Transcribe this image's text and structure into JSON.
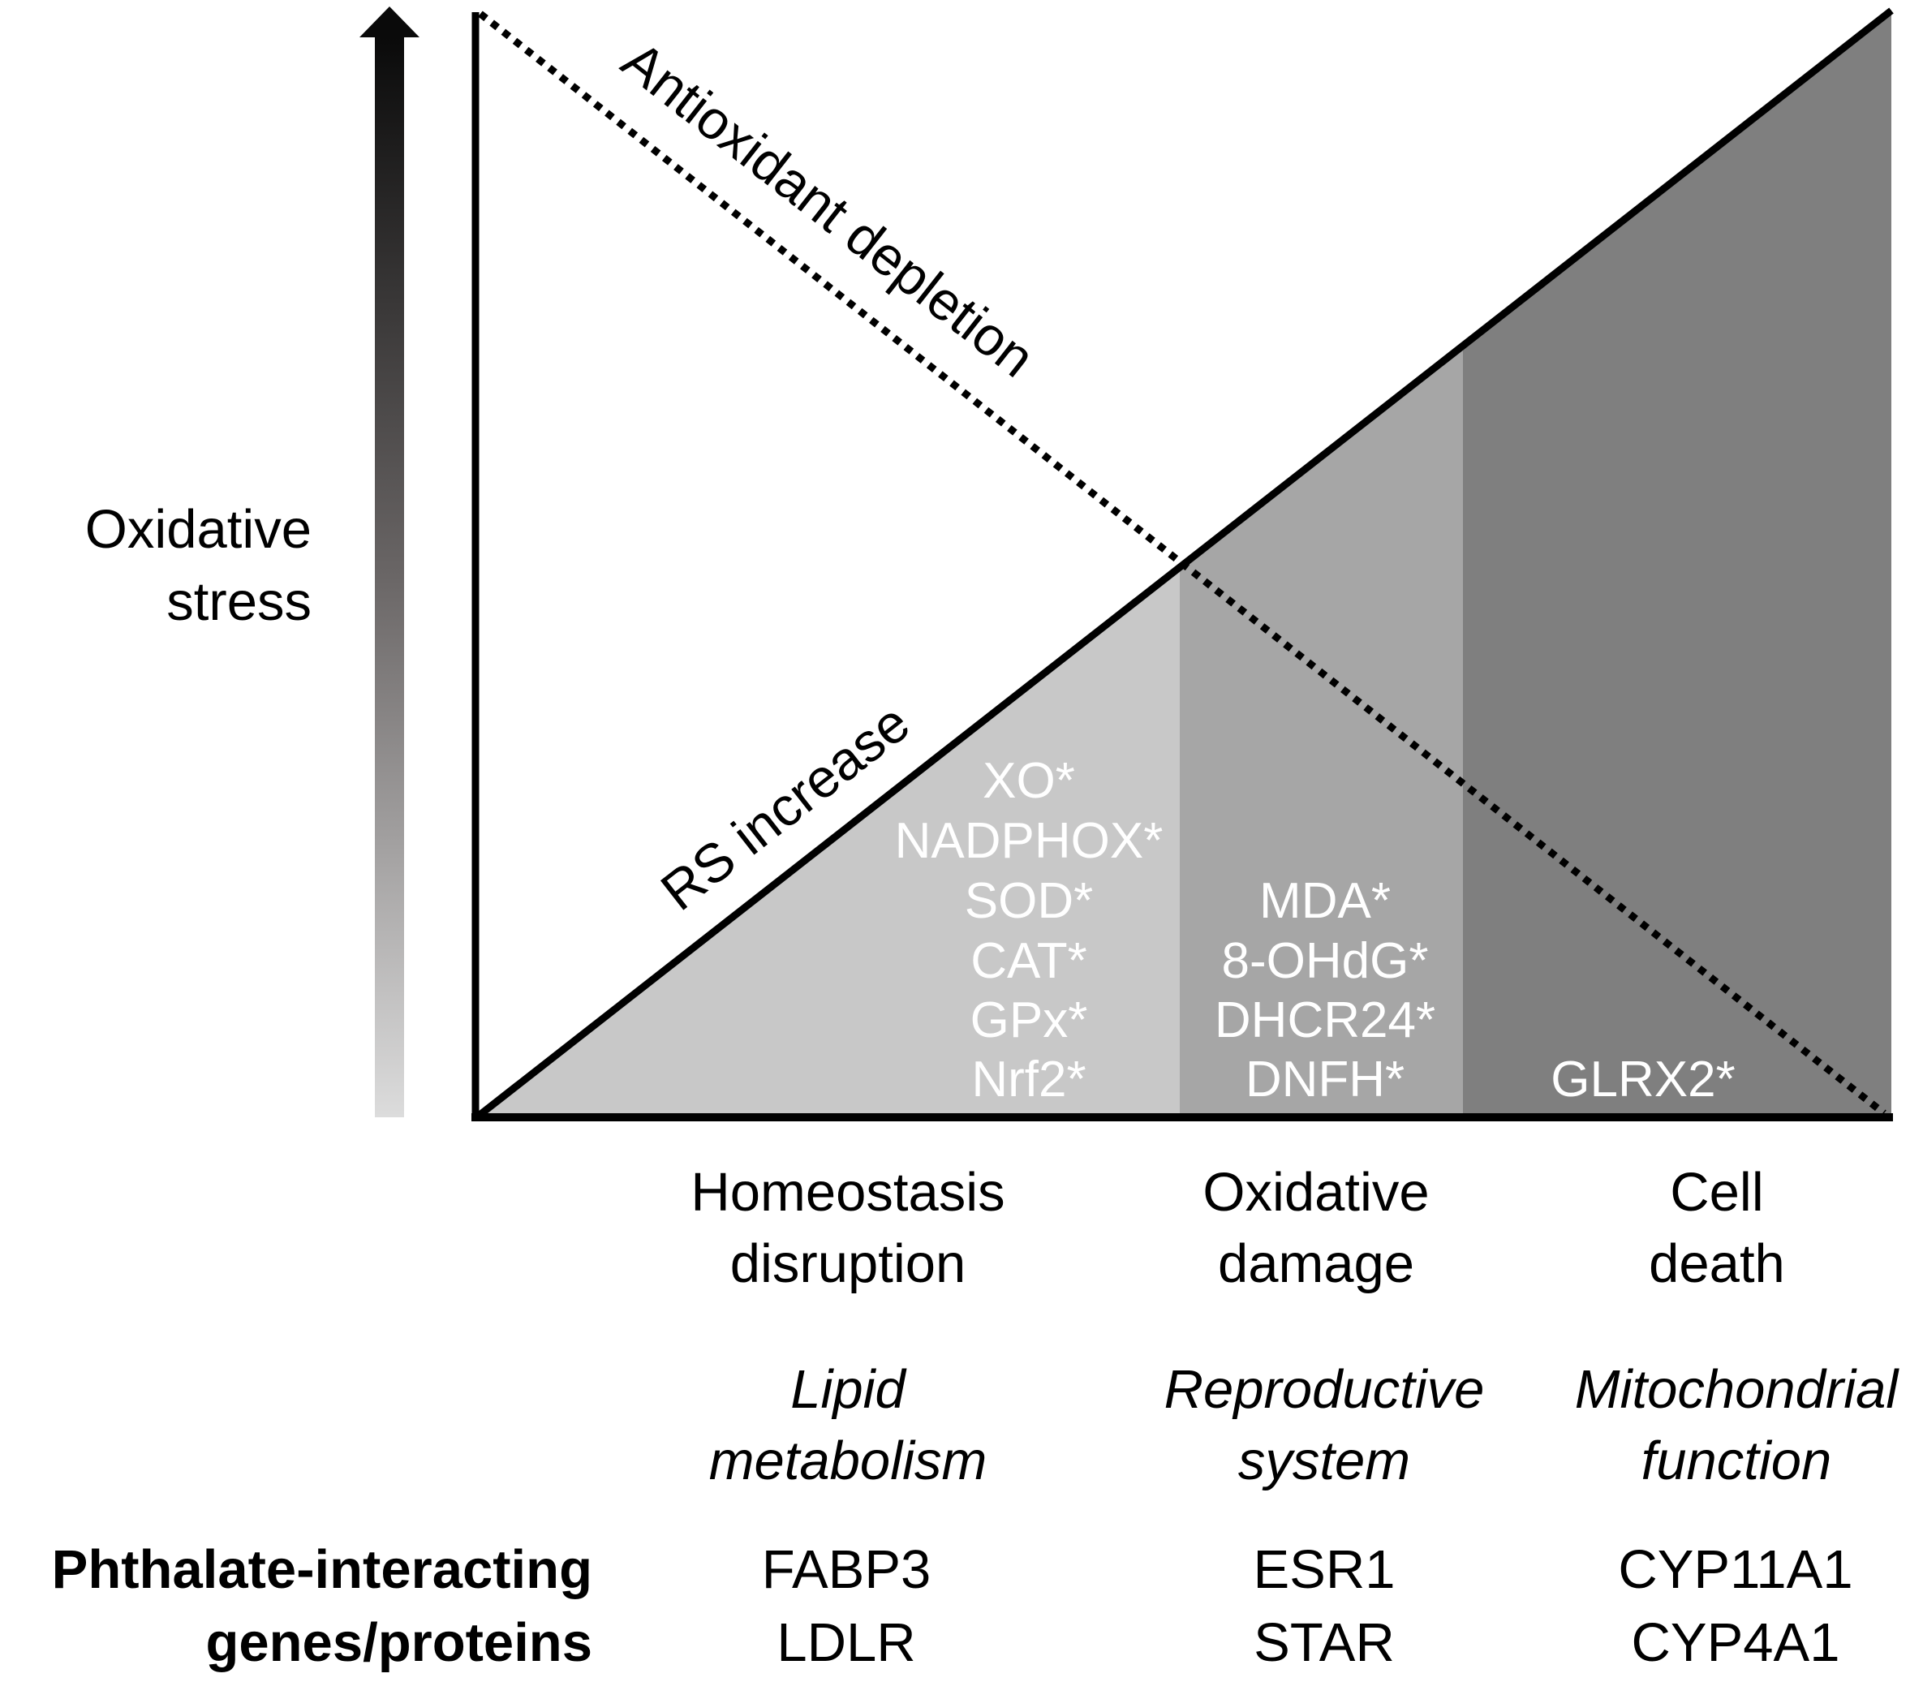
{
  "y_axis": {
    "label_lines": [
      "Oxidative",
      "stress"
    ],
    "arrow_gradient": {
      "top": "#0a0a0a",
      "bottom": "#dcdcdc"
    }
  },
  "curves": {
    "antioxidant": {
      "label": "Antioxidant depletion",
      "style": "dotted"
    },
    "rs": {
      "label": "RS increase",
      "style": "solid"
    }
  },
  "zones": [
    {
      "id": "homeostasis",
      "fill": "#c8c8c8",
      "markers": [
        "XO*",
        "NADPHOX*",
        "SOD*",
        "CAT*",
        "GPx*",
        "Nrf2*"
      ],
      "stage_lines": [
        "Homeostasis",
        "disruption"
      ],
      "system_lines": [
        "Lipid",
        "metabolism"
      ],
      "genes": [
        "FABP3",
        "LDLR"
      ]
    },
    {
      "id": "oxidative-damage",
      "fill": "#a6a6a6",
      "markers": [
        "MDA*",
        "8-OHdG*",
        "DHCR24*",
        "DNFH*"
      ],
      "stage_lines": [
        "Oxidative",
        "damage"
      ],
      "system_lines": [
        "Reproductive",
        "system"
      ],
      "genes": [
        "ESR1",
        "STAR"
      ]
    },
    {
      "id": "cell-death",
      "fill": "#7f7f7f",
      "markers": [
        "GLRX2*"
      ],
      "stage_lines": [
        "Cell",
        "death"
      ],
      "system_lines": [
        "Mitochondrial",
        "function"
      ],
      "genes": [
        "CYP11A1",
        "CYP4A1"
      ]
    }
  ],
  "genes_row_label_lines": [
    "Phthalate-interacting",
    "genes/proteins"
  ]
}
